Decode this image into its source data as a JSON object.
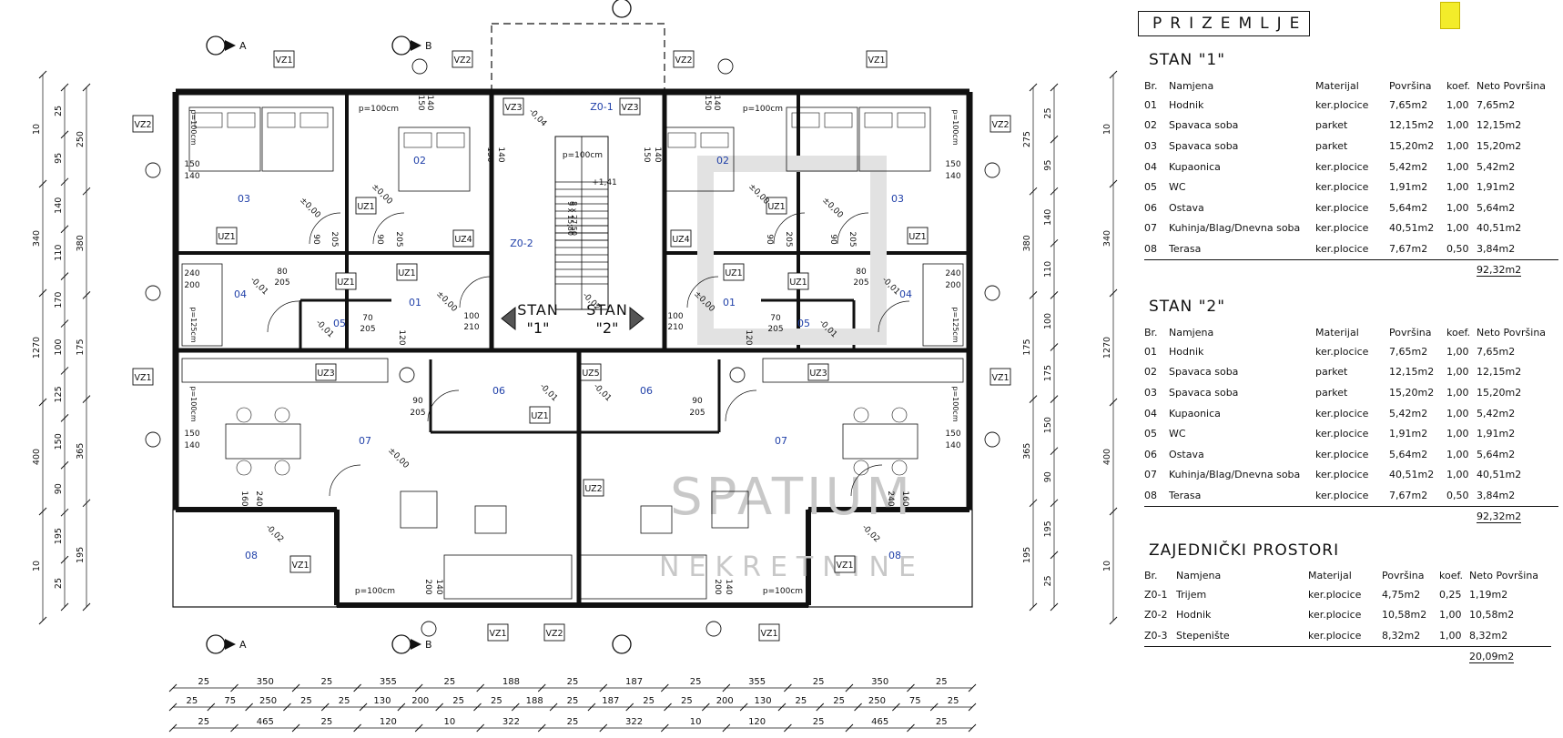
{
  "floor_title": "PRIZEMLJE",
  "tables": [
    {
      "title": "STAN \"1\"",
      "headers": [
        "Br.",
        "Namjena",
        "Materijal",
        "Površina",
        "koef.",
        "Neto Površina"
      ],
      "rows": [
        [
          "01",
          "Hodnik",
          "ker.plocice",
          "7,65m2",
          "1,00",
          "7,65m2"
        ],
        [
          "02",
          "Spavaca soba",
          "parket",
          "12,15m2",
          "1,00",
          "12,15m2"
        ],
        [
          "03",
          "Spavaca soba",
          "parket",
          "15,20m2",
          "1,00",
          "15,20m2"
        ],
        [
          "04",
          "Kupaonica",
          "ker.plocice",
          "5,42m2",
          "1,00",
          "5,42m2"
        ],
        [
          "05",
          "WC",
          "ker.plocice",
          "1,91m2",
          "1,00",
          "1,91m2"
        ],
        [
          "06",
          "Ostava",
          "ker.plocice",
          "5,64m2",
          "1,00",
          "5,64m2"
        ],
        [
          "07",
          "Kuhinja/Blag/Dnevna soba",
          "ker.plocice",
          "40,51m2",
          "1,00",
          "40,51m2"
        ],
        [
          "08",
          "Terasa",
          "ker.plocice",
          "7,67m2",
          "0,50",
          "3,84m2"
        ]
      ],
      "total": "92,32m2"
    },
    {
      "title": "STAN \"2\"",
      "headers": [
        "Br.",
        "Namjena",
        "Materijal",
        "Površina",
        "koef.",
        "Neto Površina"
      ],
      "rows": [
        [
          "01",
          "Hodnik",
          "ker.plocice",
          "7,65m2",
          "1,00",
          "7,65m2"
        ],
        [
          "02",
          "Spavaca soba",
          "parket",
          "12,15m2",
          "1,00",
          "12,15m2"
        ],
        [
          "03",
          "Spavaca soba",
          "parket",
          "15,20m2",
          "1,00",
          "15,20m2"
        ],
        [
          "04",
          "Kupaonica",
          "ker.plocice",
          "5,42m2",
          "1,00",
          "5,42m2"
        ],
        [
          "05",
          "WC",
          "ker.plocice",
          "1,91m2",
          "1,00",
          "1,91m2"
        ],
        [
          "06",
          "Ostava",
          "ker.plocice",
          "5,64m2",
          "1,00",
          "5,64m2"
        ],
        [
          "07",
          "Kuhinja/Blag/Dnevna soba",
          "ker.plocice",
          "40,51m2",
          "1,00",
          "40,51m2"
        ],
        [
          "08",
          "Terasa",
          "ker.plocice",
          "7,67m2",
          "0,50",
          "3,84m2"
        ]
      ],
      "total": "92,32m2"
    },
    {
      "title": "ZAJEDNIČKI PROSTORI",
      "headers": [
        "Br.",
        "Namjena",
        "Materijal",
        "Površina",
        "koef.",
        "Neto Površina"
      ],
      "rows": [
        [
          "Z0-1",
          "Trijem",
          "ker.plocice",
          "4,75m2",
          "0,25",
          "1,19m2"
        ],
        [
          "Z0-2",
          "Hodnik",
          "ker.plocice",
          "10,58m2",
          "1,00",
          "10,58m2"
        ],
        [
          "Z0-3",
          "Stepenište",
          "ker.plocice",
          "8,32m2",
          "1,00",
          "8,32m2"
        ]
      ],
      "total": "20,09m2"
    }
  ],
  "plan": {
    "apartment_labels": [
      "STAN",
      "\"1\"",
      "STAN",
      "\"2\""
    ],
    "common_labels": [
      "Z0-1",
      "Z0-2"
    ],
    "stair_level": "+1,41",
    "room_numbers": [
      "01",
      "02",
      "03",
      "04",
      "05",
      "06",
      "07",
      "08"
    ],
    "window_tags": [
      "VZ1",
      "VZ2",
      "VZ3"
    ],
    "door_tags": [
      "UZ1",
      "UZ2",
      "UZ3",
      "UZ4",
      "UZ5"
    ],
    "section_marks": [
      "A",
      "B"
    ],
    "level_mark": "±0,00",
    "slope_marks": [
      "-0,01",
      "-0,02",
      "-0,04"
    ],
    "parapet_note": "p=100cm",
    "parapet_note_short": "p=125cm",
    "door_sizes": [
      "90",
      "205",
      "80",
      "70",
      "100",
      "210",
      "120"
    ],
    "window_sizes": [
      "150",
      "140",
      "160",
      "240",
      "200"
    ],
    "stair_notes": [
      "9 x 15,80",
      "8 x 27,50"
    ],
    "left_dims_outer": [
      "10",
      "340",
      "1270",
      "400",
      "10"
    ],
    "left_dims_mid": [
      "250",
      "380",
      "175",
      "365",
      "195"
    ],
    "left_dims_inner": [
      "25",
      "95",
      "140",
      "110",
      "170",
      "100",
      "125",
      "150",
      "90",
      "195",
      "25"
    ],
    "right_dims_outer": [
      "10",
      "340",
      "1270",
      "400",
      "10"
    ],
    "right_dims_mid": [
      "275",
      "380",
      "175",
      "365",
      "195"
    ],
    "right_dims_inner": [
      "25",
      "95",
      "140",
      "110",
      "100",
      "175",
      "150",
      "90",
      "195",
      "25"
    ],
    "bottom_dims_row1": [
      "25",
      "350",
      "25",
      "355",
      "25",
      "188",
      "25",
      "187",
      "25",
      "355",
      "25",
      "350",
      "25"
    ],
    "bottom_dims_row2": [
      "25",
      "75",
      "250",
      "25",
      "25",
      "130",
      "200",
      "25",
      "25",
      "188",
      "25",
      "187",
      "25",
      "25",
      "200",
      "130",
      "25",
      "25",
      "250",
      "75",
      "25"
    ],
    "bottom_dims_row3": [
      "25",
      "465",
      "25",
      "120",
      "10",
      "322",
      "25",
      "322",
      "10",
      "120",
      "25",
      "465",
      "25"
    ],
    "watermark": [
      "SPATIUM",
      "NEKRETNINE"
    ]
  },
  "colors": {
    "line": "#111111",
    "room_number": "#1f3fa8",
    "watermark": "#c8c8c8",
    "marker": "#f3ec2a"
  }
}
